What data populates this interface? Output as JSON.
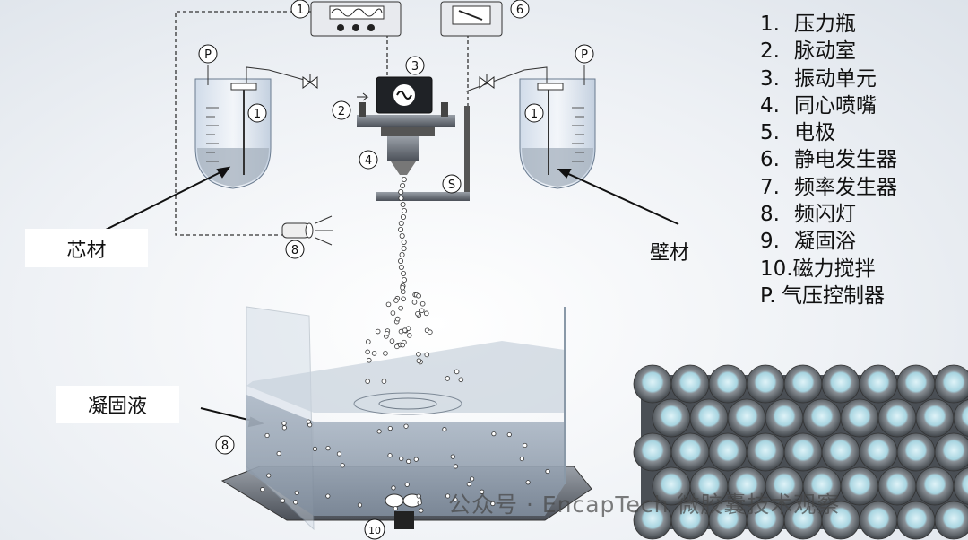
{
  "legend": [
    {
      "num": "1.",
      "text": "压力瓶"
    },
    {
      "num": "2.",
      "text": "脉动室"
    },
    {
      "num": "3.",
      "text": "振动单元"
    },
    {
      "num": "4.",
      "text": "同心喷嘴"
    },
    {
      "num": "5.",
      "text": "电极"
    },
    {
      "num": "6.",
      "text": "静电发生器"
    },
    {
      "num": "7.",
      "text": "频率发生器"
    },
    {
      "num": "8.",
      "text": "频闪灯"
    },
    {
      "num": "9.",
      "text": "凝固浴"
    },
    {
      "num": "10.",
      "text": "磁力搅拌"
    },
    {
      "num": "P.",
      "text": "气压控制器"
    }
  ],
  "labels": {
    "core": "芯材",
    "wall": "壁材",
    "solution": "凝固液"
  },
  "markers": {
    "freq_gen": "1",
    "static_gen": "6",
    "p_left": "P",
    "p_right": "P",
    "bottle_left": "1",
    "bottle_right": "1",
    "vib": "3",
    "pulse": "2",
    "nozzle": "4",
    "electrode": "S",
    "strobe": "8",
    "bath": "8",
    "stirrer": "10"
  },
  "watermark": "公众号 · EncapTech 微胶囊技术观察"
}
